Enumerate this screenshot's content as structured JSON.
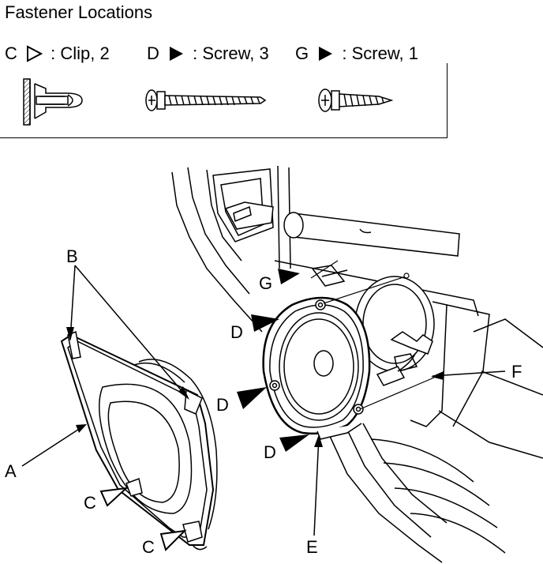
{
  "title": "Fastener Locations",
  "legend": [
    {
      "key": "C",
      "symbol": "open-triangle-icon",
      "description": ": Clip, 2"
    },
    {
      "key": "D",
      "symbol": "filled-triangle-icon",
      "description": ": Screw, 3"
    },
    {
      "key": "G",
      "symbol": "filled-triangle-icon",
      "description": ": Screw, 1"
    }
  ],
  "callouts": {
    "a": "A",
    "b": "B",
    "c1": "C",
    "c2": "C",
    "d1": "D",
    "d2": "D",
    "d3": "D",
    "e": "E",
    "f": "F",
    "g": "G"
  }
}
